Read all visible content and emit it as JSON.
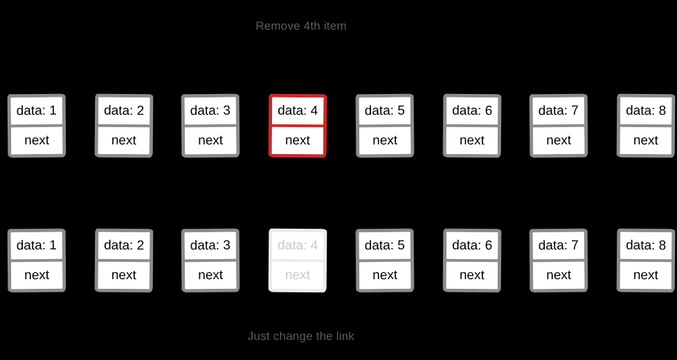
{
  "page": {
    "top_caption": "Remove 4th item",
    "bottom_caption": "Just change the link"
  },
  "colors": {
    "background": "#000000",
    "caption_text": "#5c5c5c",
    "node_border": "#8c8c8c",
    "node_fill": "#ffffff",
    "node_text": "#000000",
    "highlight_border": "#c92a2a",
    "faded_border": "#ebebeb",
    "faded_text": "#c9c9c9"
  },
  "rows": [
    {
      "name": "before-removal",
      "nodes": [
        {
          "data": "data: 1",
          "next": "next",
          "state": "normal"
        },
        {
          "data": "data: 2",
          "next": "next",
          "state": "normal"
        },
        {
          "data": "data: 3",
          "next": "next",
          "state": "normal"
        },
        {
          "data": "data: 4",
          "next": "next",
          "state": "highlighted"
        },
        {
          "data": "data: 5",
          "next": "next",
          "state": "normal"
        },
        {
          "data": "data: 6",
          "next": "next",
          "state": "normal"
        },
        {
          "data": "data: 7",
          "next": "next",
          "state": "normal"
        },
        {
          "data": "data: 8",
          "next": "next",
          "state": "normal"
        }
      ]
    },
    {
      "name": "after-removal",
      "nodes": [
        {
          "data": "data: 1",
          "next": "next",
          "state": "normal"
        },
        {
          "data": "data: 2",
          "next": "next",
          "state": "normal"
        },
        {
          "data": "data: 3",
          "next": "next",
          "state": "normal"
        },
        {
          "data": "data: 4",
          "next": "next",
          "state": "faded"
        },
        {
          "data": "data: 5",
          "next": "next",
          "state": "normal"
        },
        {
          "data": "data: 6",
          "next": "next",
          "state": "normal"
        },
        {
          "data": "data: 7",
          "next": "next",
          "state": "normal"
        },
        {
          "data": "data: 8",
          "next": "next",
          "state": "normal"
        }
      ]
    }
  ]
}
